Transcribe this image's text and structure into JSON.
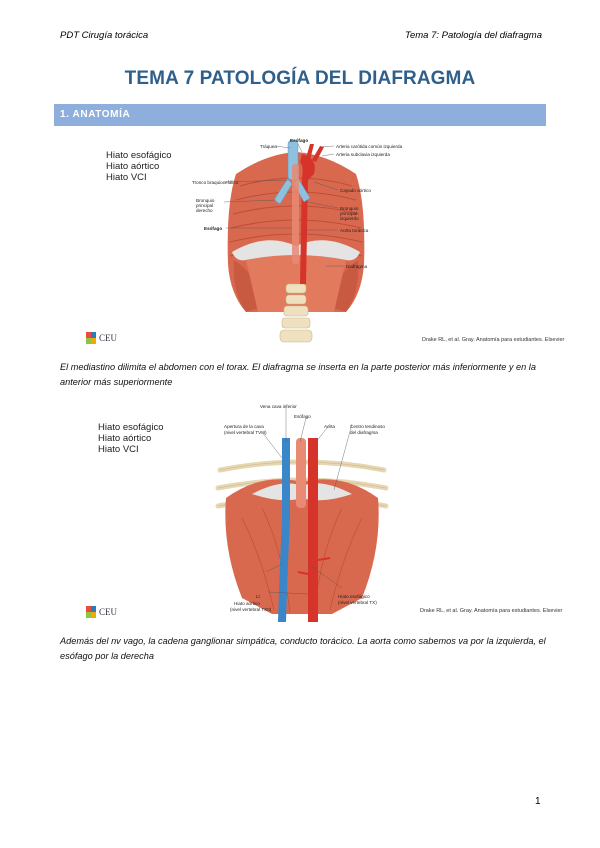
{
  "header": {
    "left": "PDT Cirugía torácica",
    "right": "Tema 7: Patología del diafragma"
  },
  "title": "TEMA 7 PATOLOGÍA DEL DIAFRAGMA",
  "section": {
    "label": "1. ANATOMÍA"
  },
  "figure1": {
    "legend": [
      "Hiato esofágico",
      "Hiato aórtico",
      "Hiato VCI"
    ],
    "labels": {
      "traquea": "Tráquea",
      "esofago_top": "Esófago",
      "carotida": "Arteria carótida común izquierda",
      "subclavia": "Arteria subclavia izquierda",
      "tronco": "Tronco braquiocefálico",
      "bronquio_der": "Bronquio principal derecho",
      "cayado": "Cayado aórtico",
      "bronquio_izq": "Bronquio principal izquierdo",
      "esofago_left": "Esófago",
      "aorta_toracica": "Aorta torácica",
      "diafragma": "Diafragma"
    },
    "credit": "Drake RL, et al. Gray. Anatomía para estudiantes. Elsevier",
    "logo": "CEU"
  },
  "caption1": "El mediastino dilimita el abdomen con el torax. El diafragma se inserta en la parte posterior más inferiormente y en la anterior más superiormente",
  "figure2": {
    "legend": [
      "Hiato esofágico",
      "Hiato aórtico",
      "Hiato VCI"
    ],
    "labels": {
      "vena_cava": "Vena cava inferior",
      "esofago": "Esófago",
      "apertura": "Apertura de la cava",
      "apertura_nivel": "(nivel vertebral TVIII)",
      "aorta": "Aorta",
      "centro": "Centro tendinoso",
      "centro_2": "del diafragma",
      "li": "LI",
      "hiato_aortico": "Hiato aórtico",
      "hiato_aortico_nivel": "(nivel vertebral TXII)",
      "hiato_esofagico": "Hiato esofágico",
      "hiato_esofagico_nivel": "(nivel vertebral TX)"
    },
    "credit": "Drake RL, et al. Gray. Anatomía para estudiantes. Elsevier",
    "logo": "CEU"
  },
  "caption2": "Además del nv vago, la cadena ganglionar simpática, conducto torácico. La aorta como sabemos va por la izquierda, el esófago por la derecha",
  "page_number": "1",
  "colors": {
    "title": "#2f5f8a",
    "section_bar": "#8eaedb",
    "muscle": "#d9694e",
    "artery": "#d6332a",
    "vein": "#3b86c8",
    "bone": "#efe1bf",
    "tendon": "#e4e4e4"
  }
}
